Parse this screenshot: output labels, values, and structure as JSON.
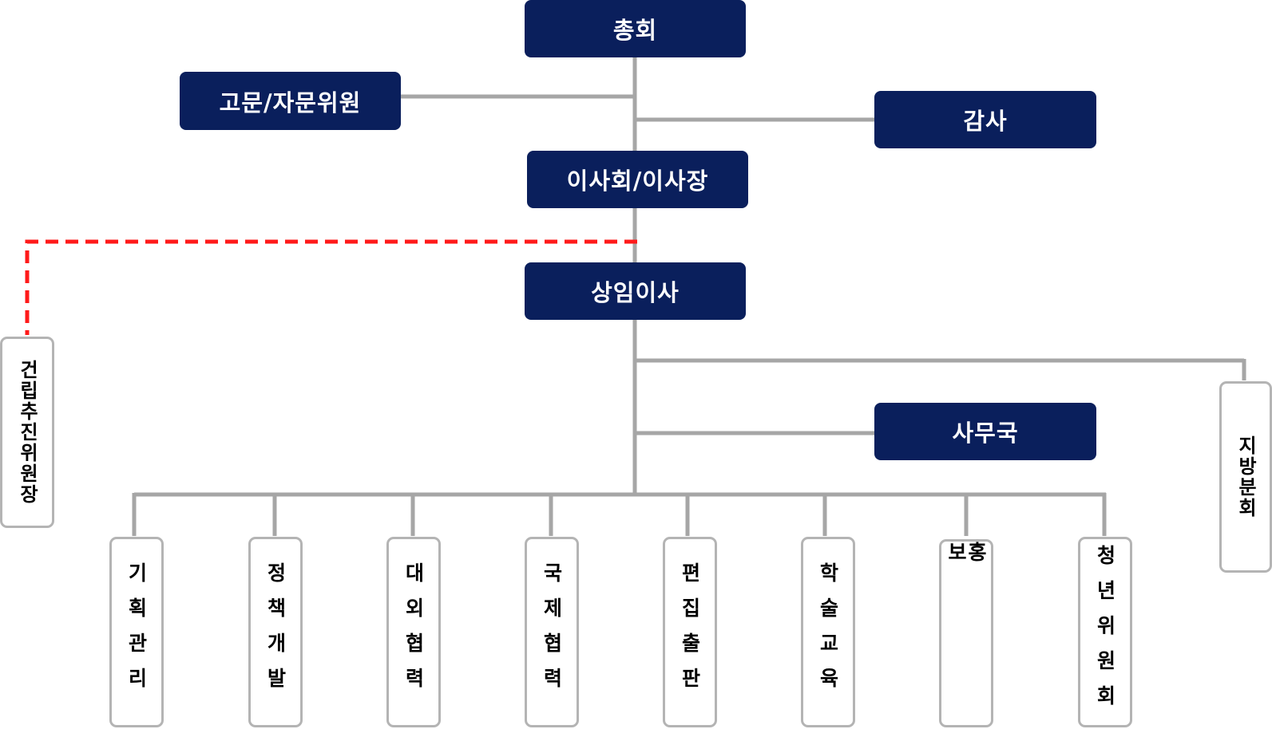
{
  "colors": {
    "box_fill": "#0a1f5c",
    "connector": "#a6a6a6",
    "dashed_link": "#ff1a1a",
    "outline": "#b4b4b4"
  },
  "top": {
    "general_assembly": "총회",
    "advisory": "고문/자문위원",
    "auditor": "감사",
    "board": "이사회/이사장",
    "standing_director": "상임이사",
    "secretariat": "사무국"
  },
  "side": {
    "construction_committee": "건립추진위원장",
    "regional_branch": "지방분회"
  },
  "departments": [
    {
      "label": "기획관리"
    },
    {
      "label": "정책개발"
    },
    {
      "label": "대외협력"
    },
    {
      "label": "국제협력"
    },
    {
      "label": "편집출판"
    },
    {
      "label": "학술교육"
    },
    {
      "label": "홍보"
    },
    {
      "label": "청년위원회"
    }
  ]
}
